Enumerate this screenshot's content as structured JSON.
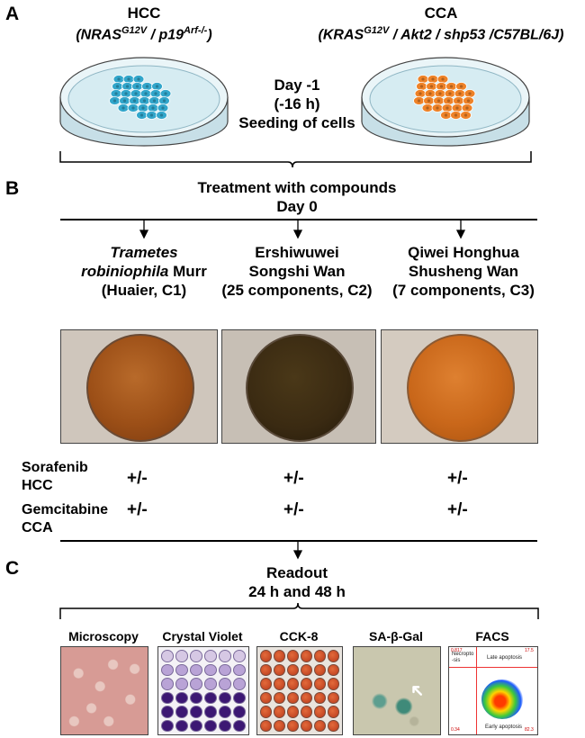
{
  "panels": {
    "a": "A",
    "b": "B",
    "c": "C"
  },
  "hcc": {
    "title": "HCC",
    "genotype_main": "(NRAS",
    "genotype_sup1": "G12V",
    "genotype_mid": " / p19",
    "genotype_sup2": "Arf-/-",
    "genotype_end": ")"
  },
  "cca": {
    "title": "CCA",
    "genotype_main": "(KRAS",
    "genotype_sup": "G12V",
    "genotype_end": " / Akt2 / shp53 /C57BL/6J)"
  },
  "seeding": {
    "line1": "Day -1",
    "line2": "(-16 h)",
    "line3": "Seeding of cells"
  },
  "treatment": {
    "line1": "Treatment with compounds",
    "line2": "Day 0"
  },
  "compounds": [
    {
      "line1a": "Trametes",
      "line2a": "robiniophila",
      "line2b": " Murr",
      "line3": "(Huaier, C1)"
    },
    {
      "line1": "Ershiwuwei",
      "line2": "Songshi Wan",
      "line3": "(25 components, C2)"
    },
    {
      "line1": "Qiwei Honghua",
      "line2": "Shusheng Wan",
      "line3": "(7 components, C3)"
    }
  ],
  "cotreatment": {
    "sorafenib": "Sorafenib",
    "hcc": "HCC",
    "gemcitabine": "Gemcitabine",
    "cca": "CCA",
    "pm": "+/-"
  },
  "readout": {
    "line1": "Readout",
    "line2": "24 h and 48 h"
  },
  "assays": [
    "Microscopy",
    "Crystal Violet",
    "CCK-8",
    "SA-β-Gal",
    "FACS"
  ],
  "facs": {
    "q1": "Necropto\n-sis",
    "q2": "Late apoptosis",
    "q3": "Early apoptosis",
    "v_tl": "0.817",
    "v_tr": "17.5",
    "v_bl": "0.34",
    "v_br": "82.3"
  },
  "colors": {
    "hcc_cells": "#2aa3c9",
    "cca_cells": "#f07d1e",
    "dish_fill": "#dff1f6",
    "well_c1": "#9c4f17",
    "well_c2": "#3a2a12",
    "well_c3": "#c9671a"
  }
}
